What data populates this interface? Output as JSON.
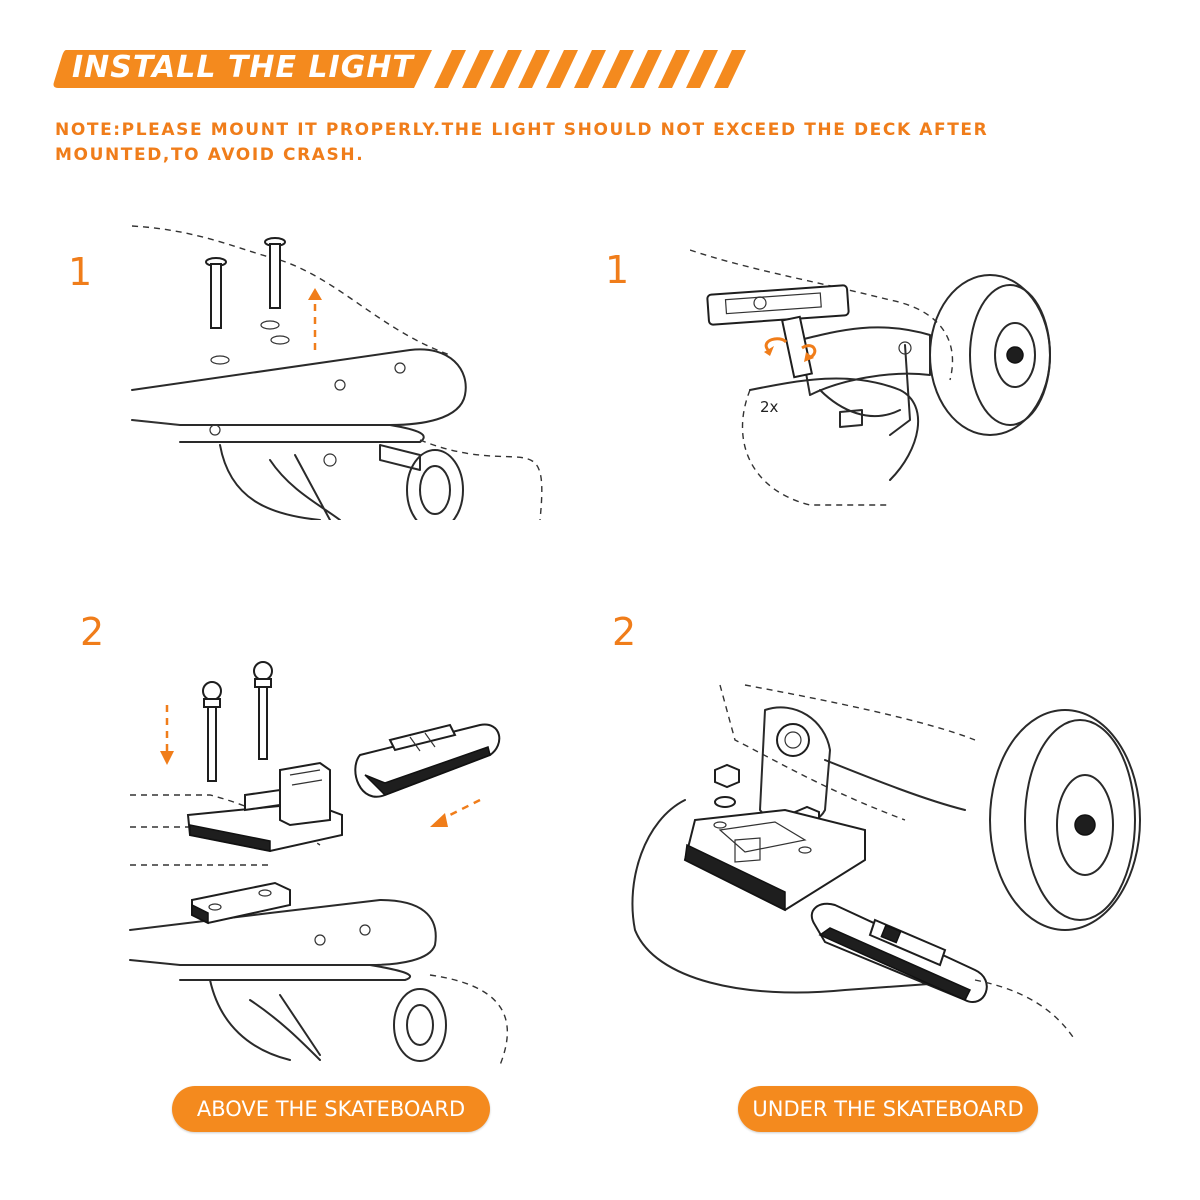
{
  "header": {
    "title": "INSTALL THE LIGHT",
    "accent_color": "#f48a1e"
  },
  "note": {
    "line1": "NOTE:PLEASE MOUNT IT PROPERLY.THE LIGHT SHOULD NOT EXCEED THE DECK AFTER",
    "line2": "MOUNTED,TO AVOID CRASH."
  },
  "steps": {
    "top_left": "1",
    "top_right": "1",
    "bottom_left": "2",
    "bottom_right": "2",
    "repeat_label": "2x"
  },
  "labels": {
    "above": "ABOVE  THE SKATEBOARD",
    "under": "UNDER  THE SKATEBOARD"
  }
}
